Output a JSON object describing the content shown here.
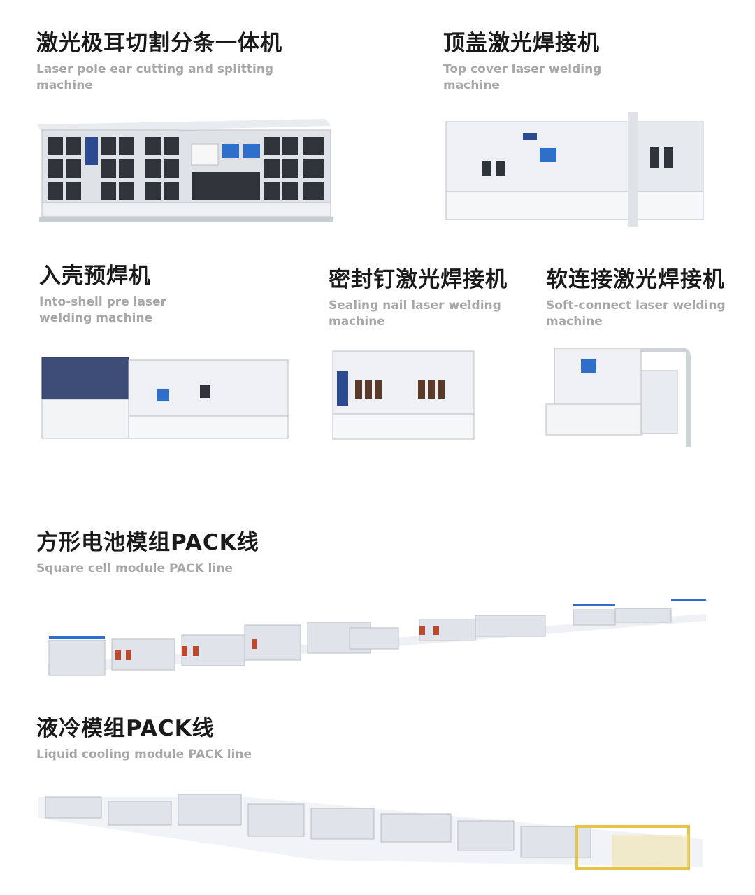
{
  "products": [
    {
      "zh": "激光极耳切割分条一体机",
      "en": [
        "Laser pole ear cutting and splitting",
        "machine"
      ]
    },
    {
      "zh": "顶盖激光焊接机",
      "en": [
        "Top cover laser welding",
        "machine"
      ]
    },
    {
      "zh": "入壳预焊机",
      "en": [
        "Into-shell pre laser",
        "welding machine"
      ]
    },
    {
      "zh": "密封钉激光焊接机",
      "en": [
        "Sealing nail laser welding",
        "machine"
      ]
    },
    {
      "zh": "软连接激光焊接机",
      "en": [
        "Soft-connect laser welding",
        "machine"
      ]
    },
    {
      "zh": "方形电池模组PACK线",
      "en": [
        "Square cell module PACK line"
      ]
    },
    {
      "zh": "液冷模组PACK线",
      "en": [
        "Liquid cooling module PACK line"
      ]
    }
  ],
  "colors": {
    "title": "#1a1a1a",
    "subtitle": "#a7a7a7",
    "machine_frame": "#d9dde3",
    "machine_panel": "#f4f5f7",
    "window": "#2b2f36",
    "accent_blue": "#2b4a8f"
  }
}
